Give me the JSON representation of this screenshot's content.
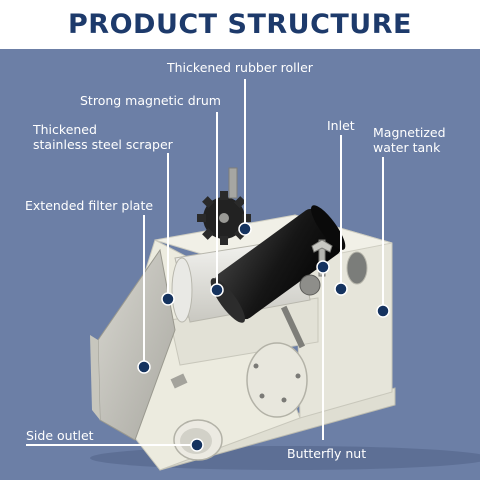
{
  "title": "PRODUCT STRUCTURE",
  "labels": {
    "rubber_roller": "Thickened rubber roller",
    "magnetic_drum": "Strong magnetic drum",
    "scraper_line1": "Thickened",
    "scraper_line2": "stainless steel scraper",
    "inlet": "Inlet",
    "tank_line1": "Magnetized",
    "tank_line2": "water tank",
    "filter_plate": "Extended filter plate",
    "side_outlet": "Side outlet",
    "butterfly_nut": "Butterfly nut"
  },
  "colors": {
    "background": "#6c7fa6",
    "title_text": "#1d3a6b",
    "marker_dot": "#15335f",
    "machine_body": "#ecebdf",
    "roller": "#1c1c1c"
  }
}
